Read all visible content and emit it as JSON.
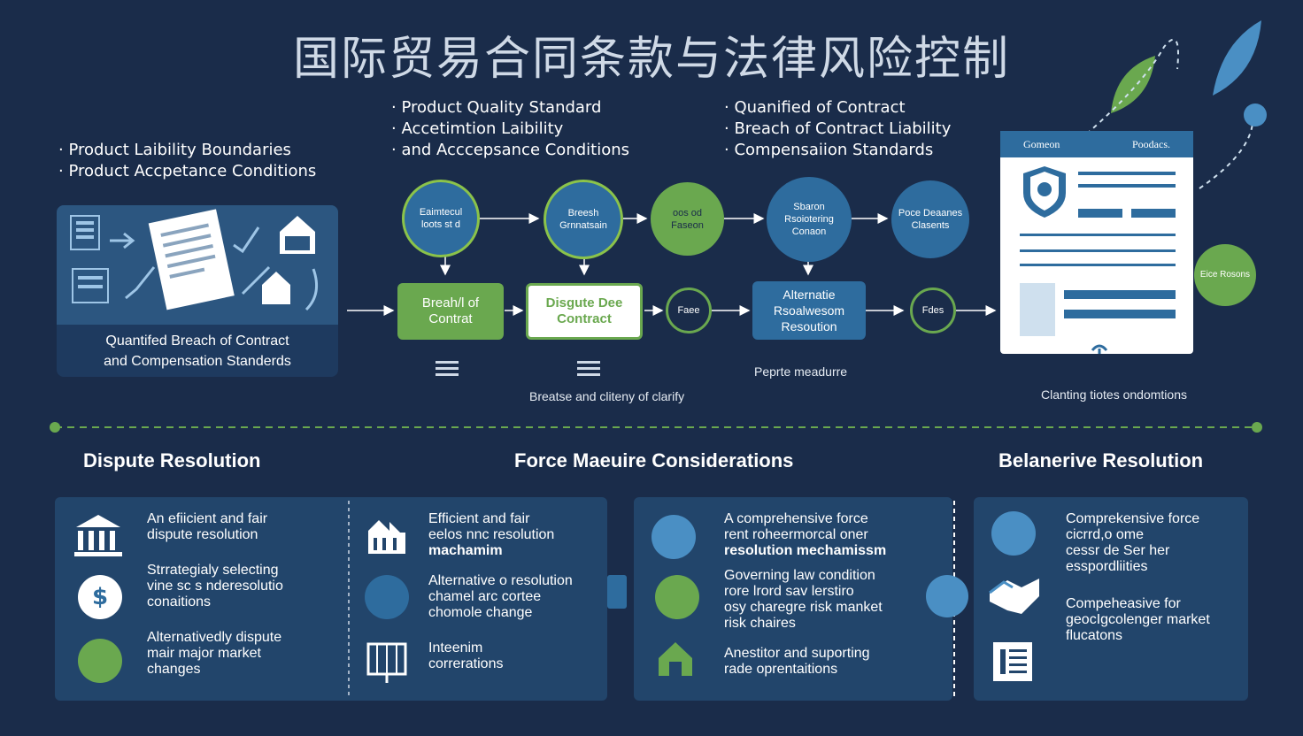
{
  "title": "国际贸易合同条款与法律风险控制",
  "top_bullets": {
    "left": [
      "Product Laibility Boundaries",
      "Product Accpetance Conditions"
    ],
    "center": [
      "Product Quality Standard",
      "Accetimtion Laibility",
      "and Acccepsance Conditions"
    ],
    "right": [
      "Quanified of Contract",
      "Breach of Contract  Liability",
      "Compensaiion Standards"
    ]
  },
  "hero": {
    "caption": [
      "Quantifed Breach of Contract",
      "and Compensation Standerds"
    ]
  },
  "flow": {
    "top": [
      {
        "label": "Eaimtecul loots st d"
      },
      {
        "label": "Breesh Grnnatsain"
      },
      {
        "label": "oos od Faseon"
      },
      {
        "label": "Sbaron Rsoiotering Conaon"
      },
      {
        "label": "Poce Deaanes Clasents"
      }
    ],
    "bottom": [
      {
        "label": "Breah/l of Contrat"
      },
      {
        "label": "Disgute Dee Contract"
      },
      {
        "label": "Faee"
      },
      {
        "label": "Alternatie Rsoalwesom Resoution"
      },
      {
        "label": "Fdes"
      }
    ],
    "captions": {
      "center": "Breatse and cliteny of clarify",
      "right": "Peprte meadurre",
      "doc": "Clanting tiotes ondomtions"
    }
  },
  "doc": {
    "header_left": "Gomeon",
    "header_right": "Poodacs.",
    "side_badge": "Eice Rosons"
  },
  "sections": {
    "s1": "Dispute Resolution",
    "s2": "Force Maeuire Considerations",
    "s3": "Belanerive Resolution"
  },
  "panels": {
    "p1": [
      {
        "icon": "courthouse-icon",
        "text": [
          "An efiicient and fair",
          "dispute resolution"
        ]
      },
      {
        "icon": "dollar-hand-icon",
        "text": [
          "Strrategialy selecting",
          "vine sc s nderesolutio",
          "conaitions"
        ]
      },
      {
        "icon": "handshake-icon",
        "text": [
          "Alternativedly dispute",
          "mair major market",
          "changes"
        ]
      }
    ],
    "p2": [
      {
        "icon": "factory-icon",
        "text": [
          "Efficient and fair",
          "eelos  nnc resolution",
          "machamim"
        ]
      },
      {
        "icon": "tools-icon",
        "text": [
          "Alternative o resolution",
          "chamel arc cortee",
          "chomole change"
        ]
      },
      {
        "icon": "building-icon",
        "text": [
          "Inteenim",
          "correrations"
        ]
      }
    ],
    "p3": [
      {
        "icon": "people-icon",
        "text": [
          "A comprehensive force",
          "rent roheermorcal oner",
          "resolution mechamissm"
        ]
      },
      {
        "icon": "bell-icon",
        "text": [
          "Governing law condition",
          "rore lrord sav lerstiro",
          "osy charegre risk  manket",
          "risk chaires"
        ]
      },
      {
        "icon": "house-icon",
        "text": [
          "Anestitor and suporting",
          "rade oprentaitions"
        ]
      }
    ],
    "p4": [
      {
        "icon": "hand-icon",
        "text": [
          "Comprekensive force",
          "cicrrd,o ome",
          "cessr de Ser her",
          "esspordliities"
        ]
      },
      {
        "icon": "shaking-hands-icon",
        "text": [
          "Compeheasive for",
          "geocIgcolenger market",
          "flucatons"
        ]
      },
      {
        "icon": "document-icon",
        "text": []
      }
    ]
  },
  "colors": {
    "background": "#1a2c4a",
    "panel": "#22456b",
    "blue": "#2e6c9e",
    "green": "#6aa84f"
  }
}
